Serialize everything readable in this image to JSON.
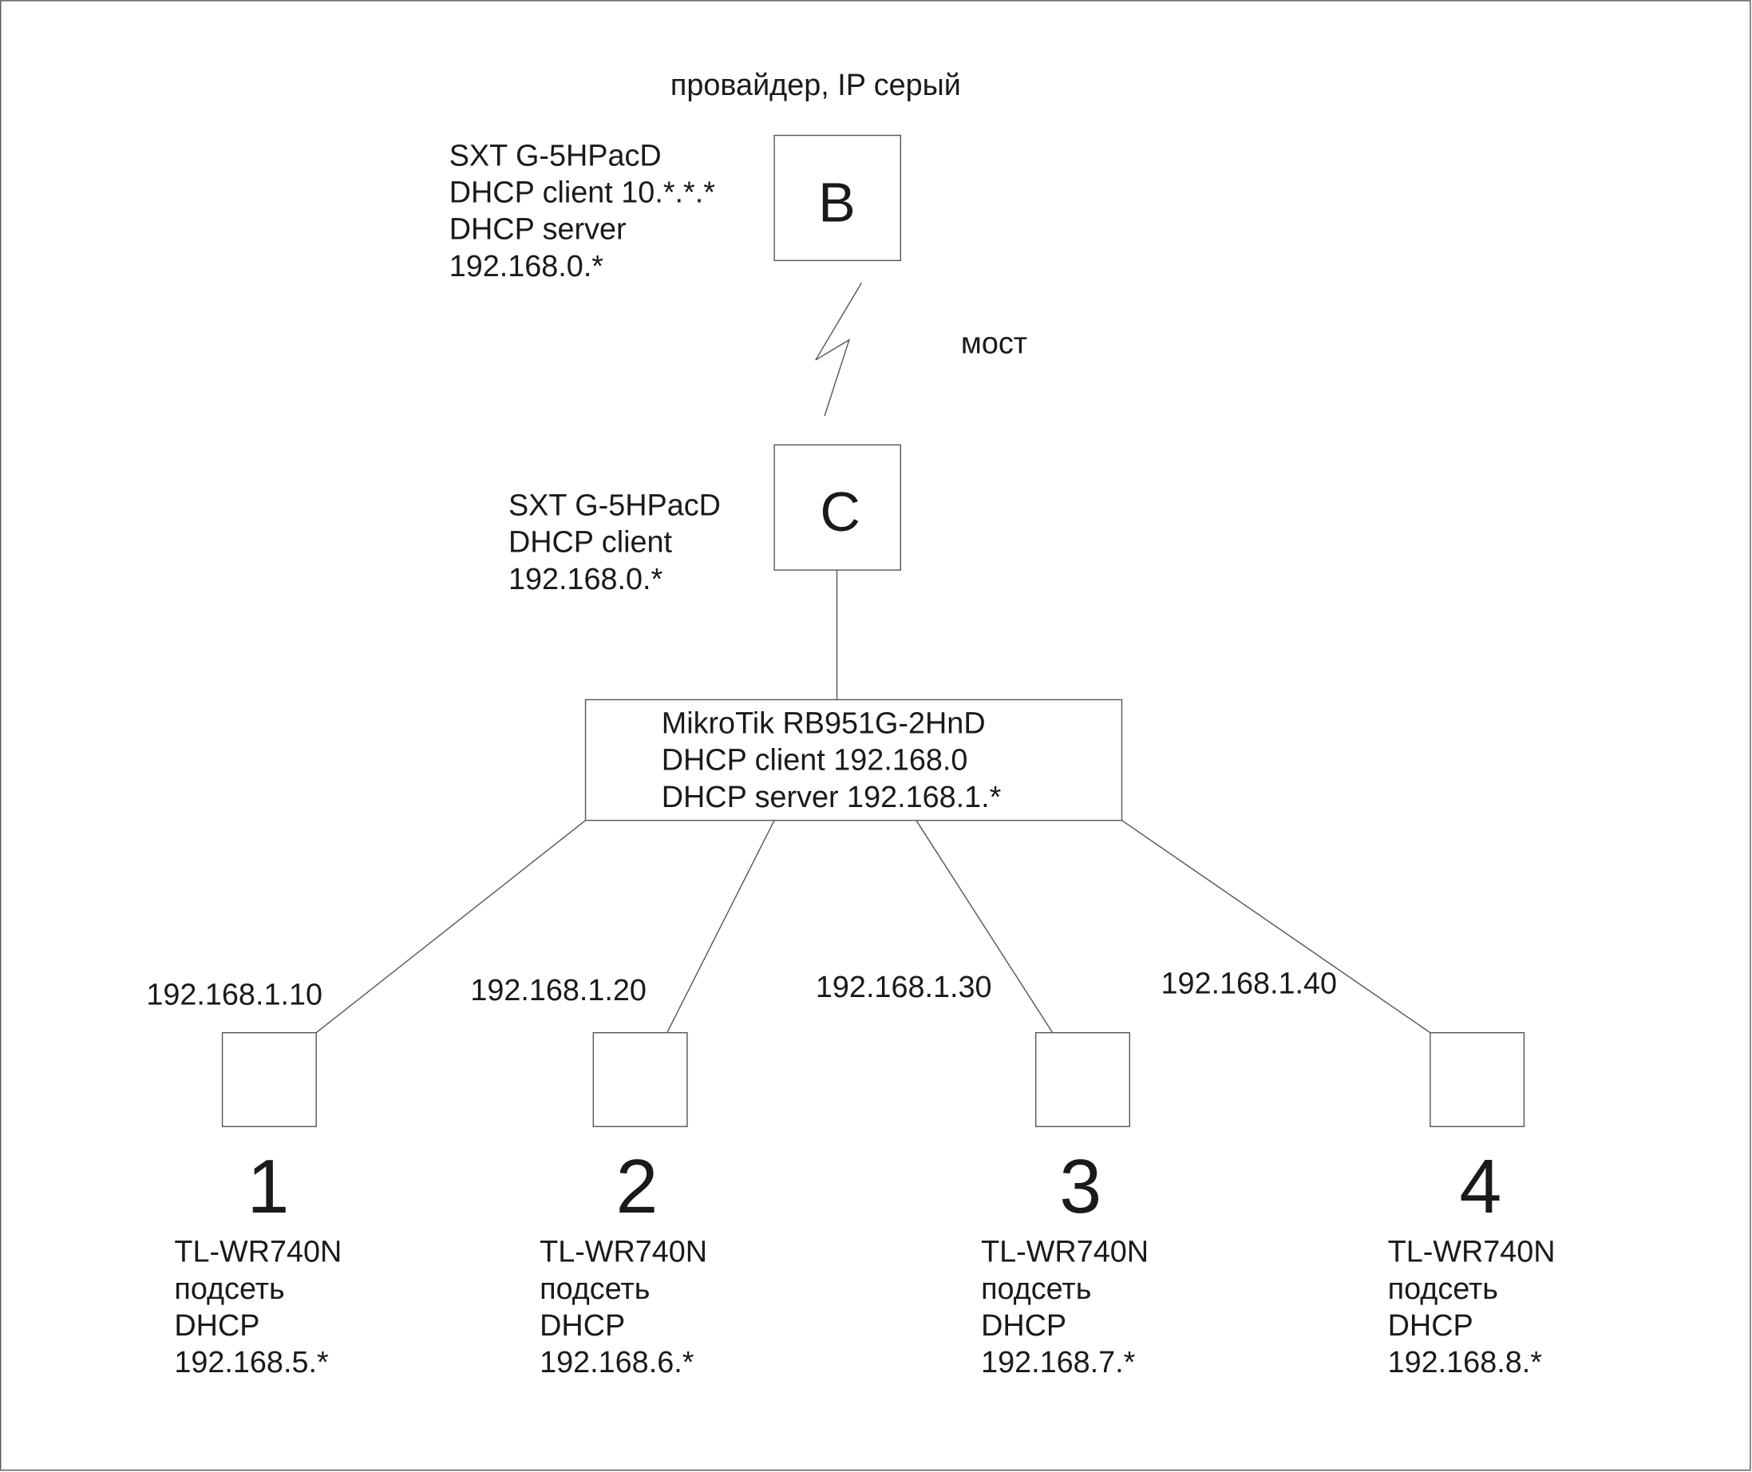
{
  "provider_label": "провайдер, IP серый",
  "bridge_label": "мост",
  "node_b": {
    "letter": "B",
    "lines": [
      "SXT G-5HPacD",
      "DHCP client 10.*.*.*",
      "DHCP server",
      "192.168.0.*"
    ]
  },
  "node_c": {
    "letter": "C",
    "lines": [
      "SXT G-5HPacD",
      "DHCP client",
      "192.168.0.*"
    ]
  },
  "router": {
    "lines": [
      "MikroTik RB951G-2HnD",
      "DHCP client 192.168.0",
      "DHCP server 192.168.1.*"
    ]
  },
  "clients": [
    {
      "number": "1",
      "ip": "192.168.1.10",
      "lines": [
        "TL-WR740N",
        "подсеть",
        "DHCP",
        "192.168.5.*"
      ]
    },
    {
      "number": "2",
      "ip": "192.168.1.20",
      "lines": [
        "TL-WR740N",
        "подсеть",
        "DHCP",
        "192.168.6.*"
      ]
    },
    {
      "number": "3",
      "ip": "192.168.1.30",
      "lines": [
        "TL-WR740N",
        "подсеть",
        "DHCP",
        "192.168.7.*"
      ]
    },
    {
      "number": "4",
      "ip": "192.168.1.40",
      "lines": [
        "TL-WR740N",
        "подсеть",
        "DHCP",
        "192.168.8.*"
      ]
    }
  ]
}
